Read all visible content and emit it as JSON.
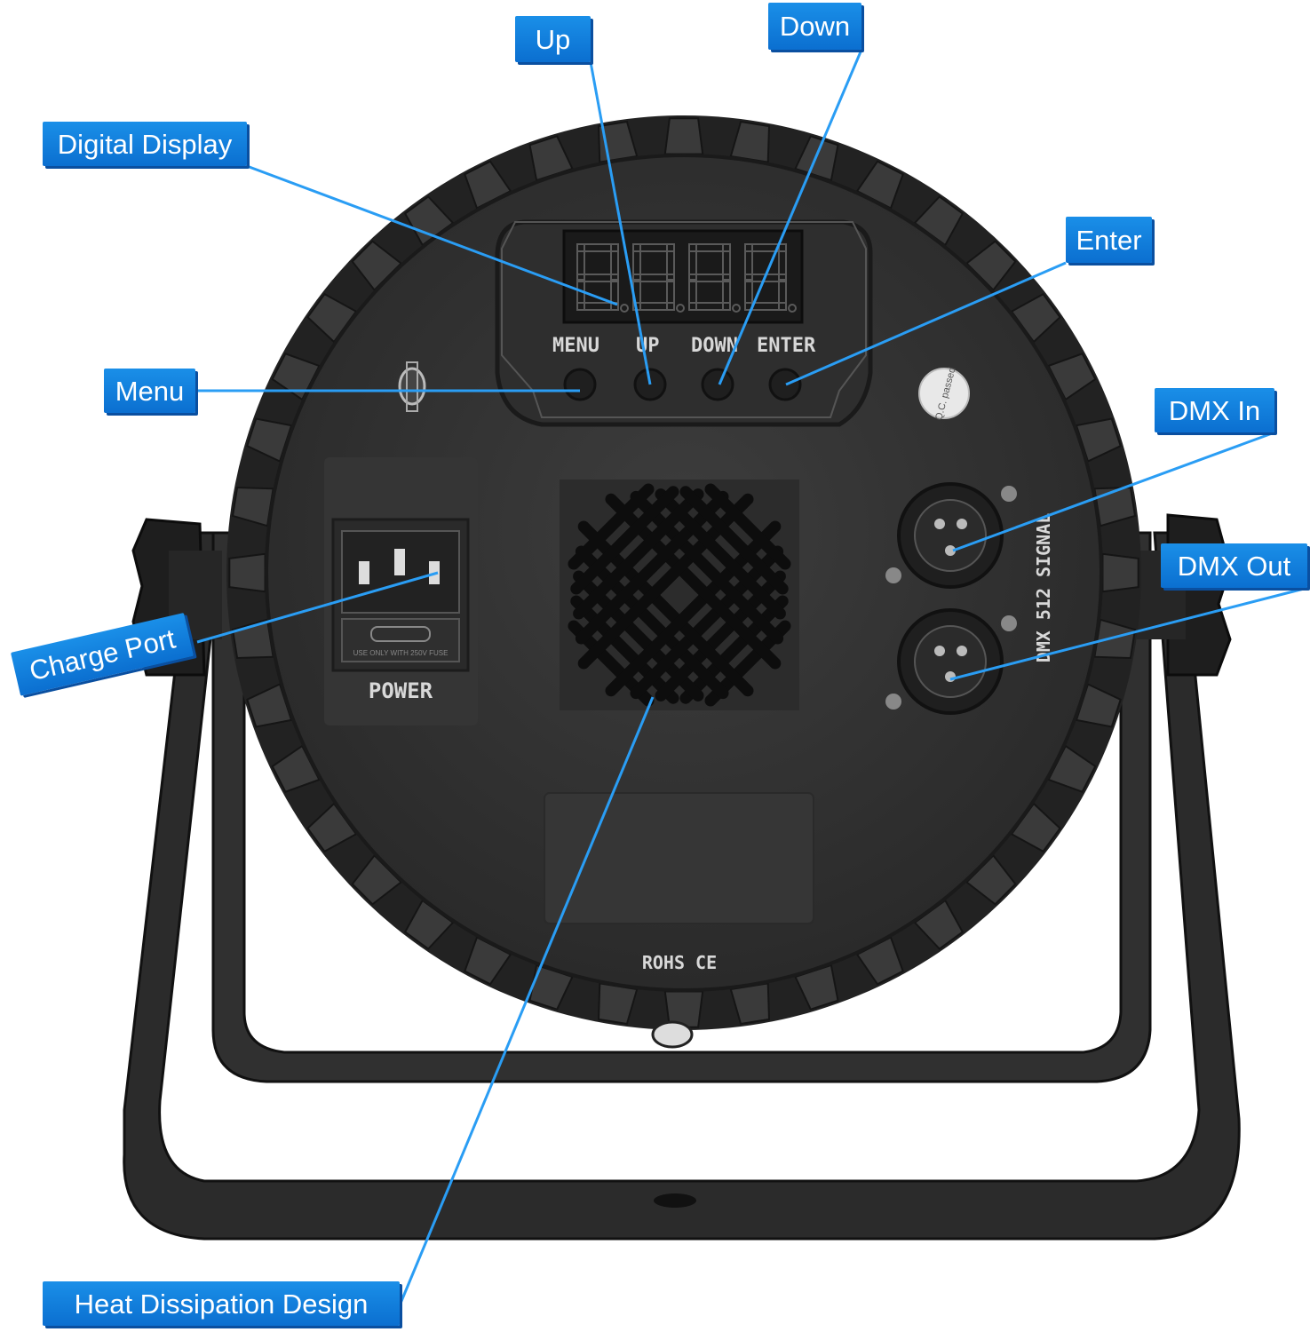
{
  "callouts": {
    "up": "Up",
    "down": "Down",
    "digital_display": "Digital Display",
    "enter": "Enter",
    "menu": "Menu",
    "dmx_in": "DMX In",
    "dmx_out": "DMX Out",
    "charge_port": "Charge Port",
    "heat_dissipation": "Heat Dissipation Design"
  },
  "panel": {
    "button_menu": "MENU",
    "button_up": "UP",
    "button_down": "DOWN",
    "button_enter": "ENTER",
    "power_label": "POWER",
    "dmx_signal": "DMX 512 SIGNAL",
    "rohs_ce": "ROHS CE",
    "qc_sticker": "Q.C. passed",
    "fuse_text": "USE ONLY WITH 250V FUSE"
  },
  "colors": {
    "callout_blue": "#1a8fe8",
    "leader_line": "#2a9df4",
    "housing": "#262626",
    "panel": "#3a3a3a"
  }
}
